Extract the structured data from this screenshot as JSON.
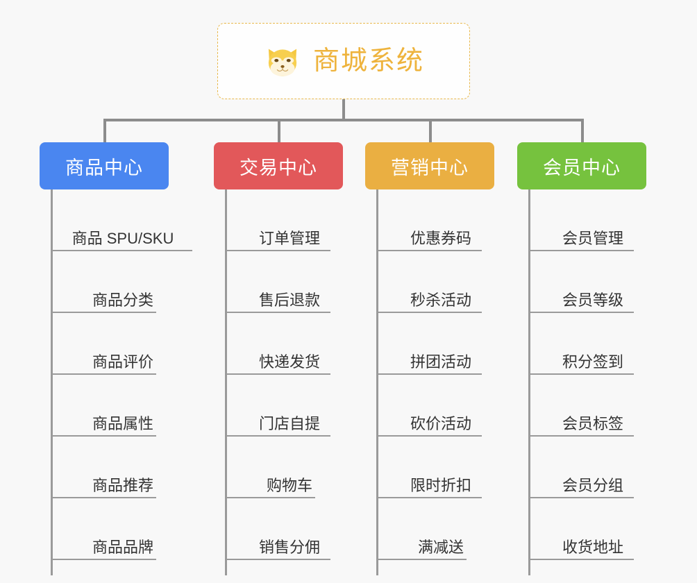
{
  "diagram": {
    "type": "org-chart",
    "background": "#f8f8f8",
    "root": {
      "title": "商城系统",
      "icon": "dog-face-icon",
      "text_color": "#eeb33c",
      "border_color": "#e8b84b",
      "background": "#fefefe"
    },
    "connector_color": "#8c8c8c",
    "branches": [
      {
        "label": "商品中心",
        "color": "#4a86f0",
        "items": [
          "商品 SPU/SKU",
          "商品分类",
          "商品评价",
          "商品属性",
          "商品推荐",
          "商品品牌"
        ]
      },
      {
        "label": "交易中心",
        "color": "#e2585a",
        "items": [
          "订单管理",
          "售后退款",
          "快递发货",
          "门店自提",
          "购物车",
          "销售分佣"
        ]
      },
      {
        "label": "营销中心",
        "color": "#eaaf42",
        "items": [
          "优惠券码",
          "秒杀活动",
          "拼团活动",
          "砍价活动",
          "限时折扣",
          "满减送"
        ]
      },
      {
        "label": "会员中心",
        "color": "#76c23e",
        "items": [
          "会员管理",
          "会员等级",
          "积分签到",
          "会员标签",
          "会员分组",
          "收货地址"
        ]
      }
    ]
  }
}
